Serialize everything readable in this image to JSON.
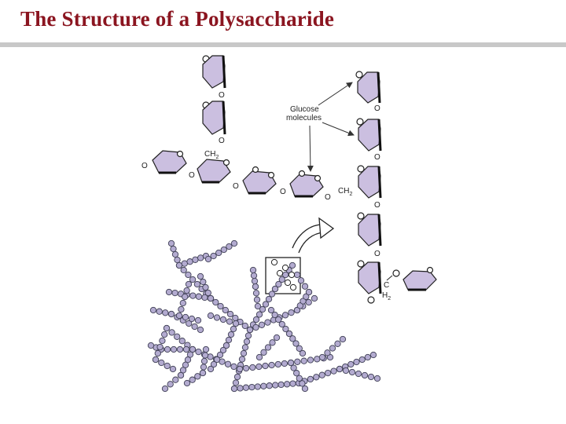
{
  "slide": {
    "title": "The Structure of a Polysaccharide",
    "title_color": "#8b1520",
    "rule_color": "#c8c8c8"
  },
  "diagram": {
    "callout_label_line1": "Glucose",
    "callout_label_line2": "molecules",
    "oxygen_label": "O",
    "ch2_label": "CH",
    "ch2_subscript": "2",
    "h2_label": "H",
    "h2_subscript": "2",
    "c_label": "C",
    "ring_fill": "#cbbfe0",
    "bead_fill": "#b3abd0",
    "arrow_icon": "curved-arrow-icon"
  }
}
